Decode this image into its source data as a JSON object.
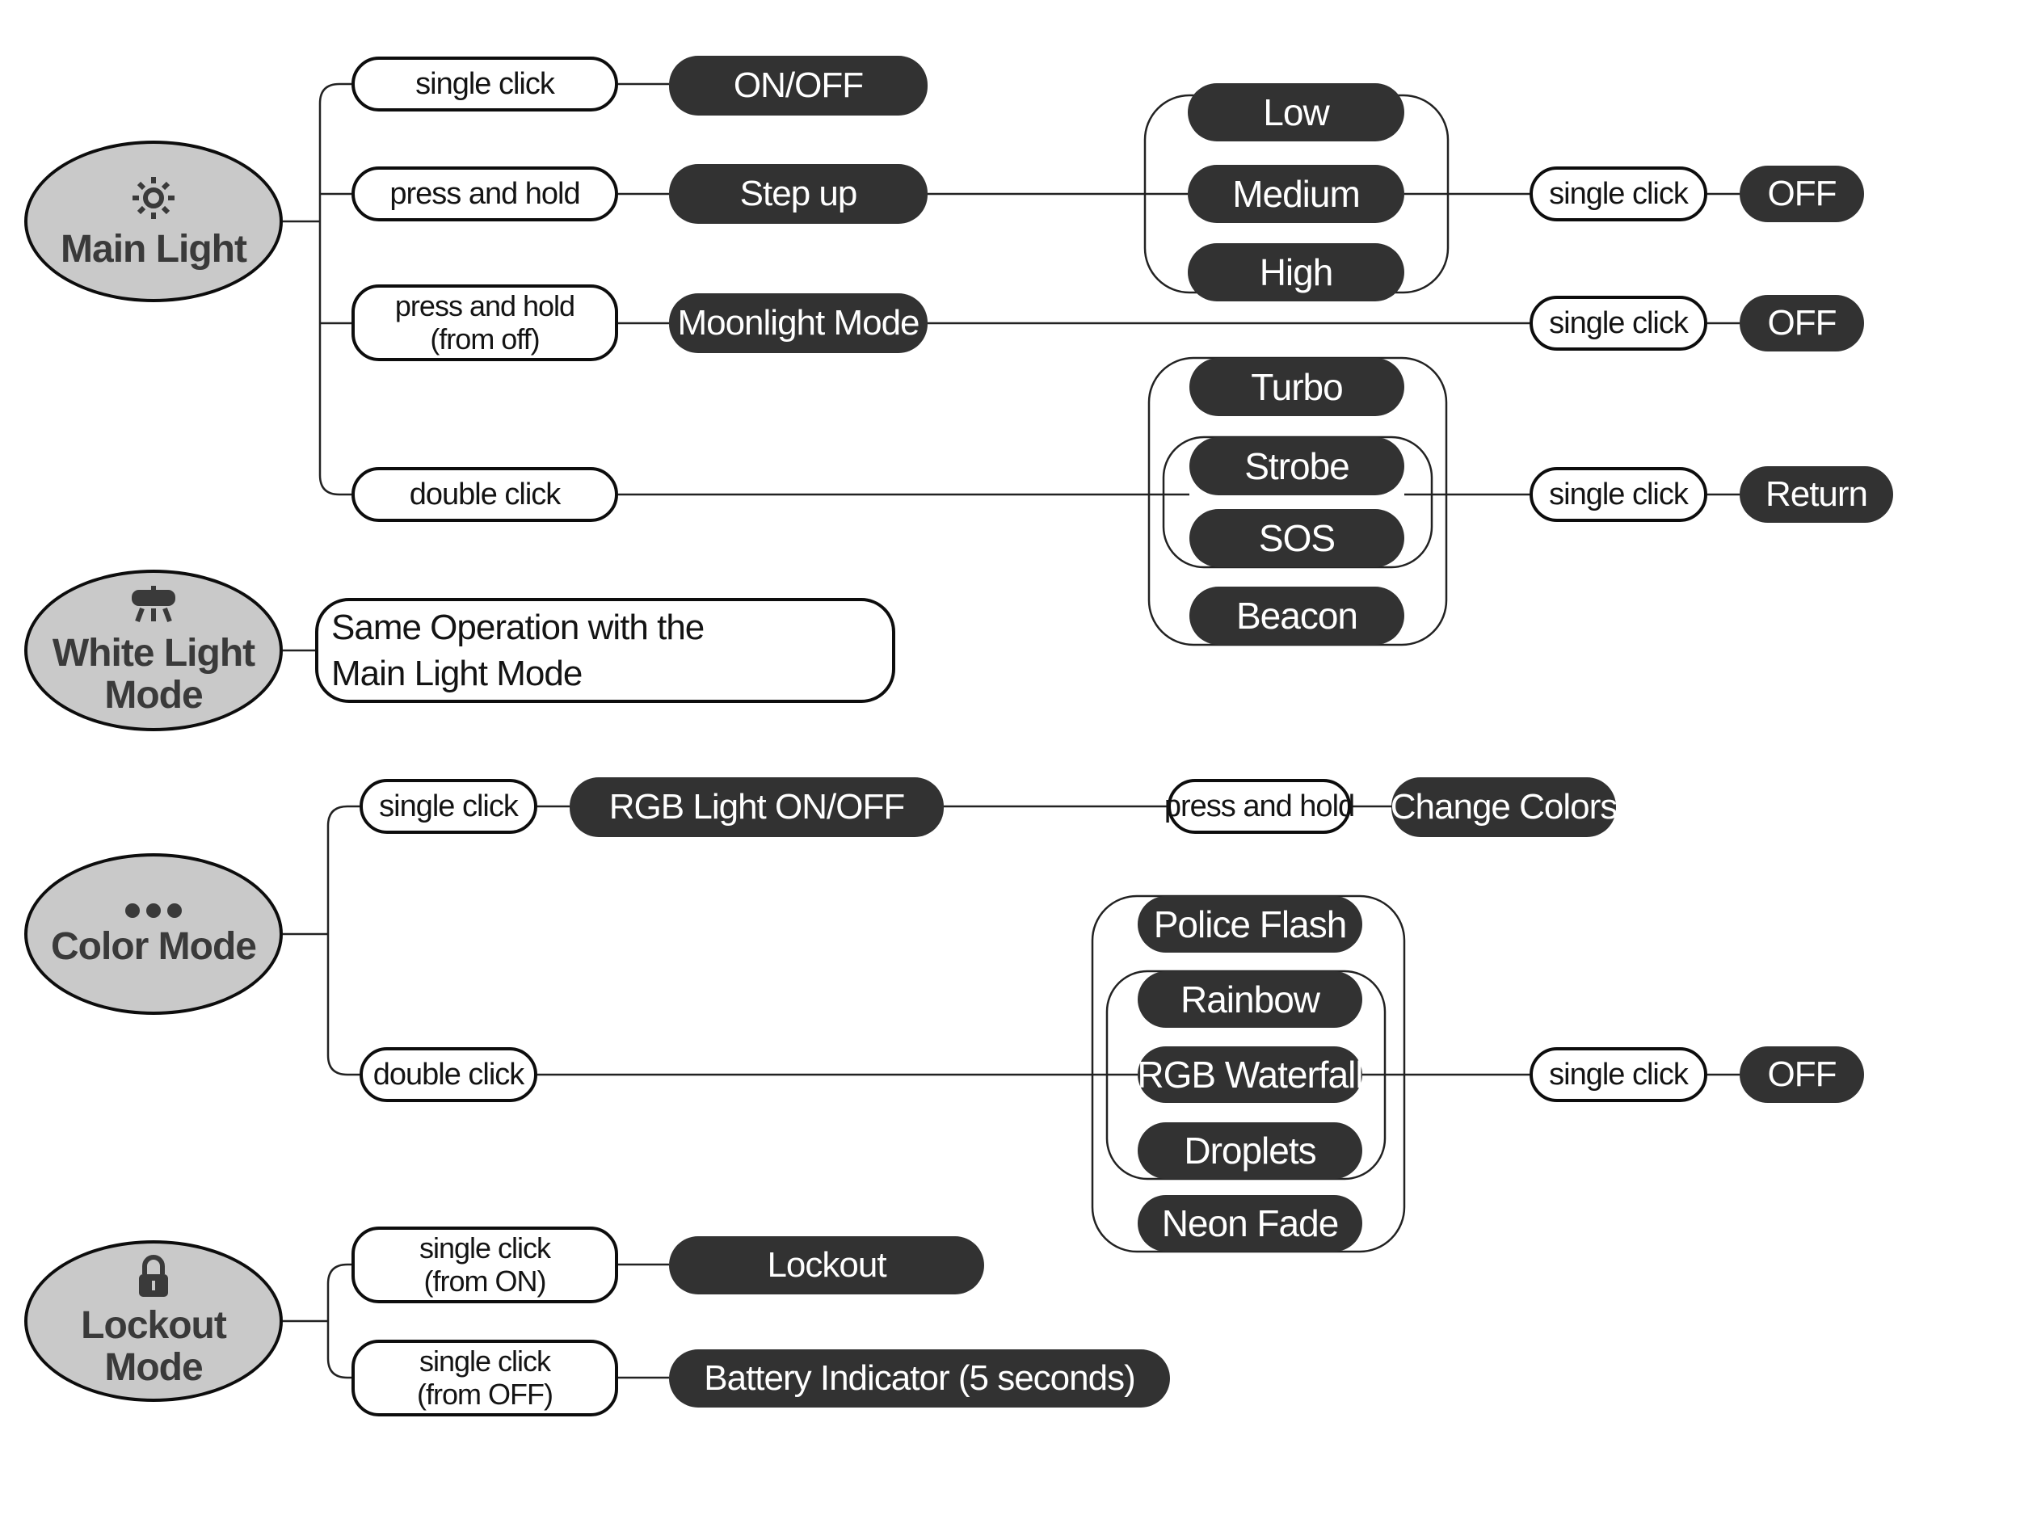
{
  "palette": {
    "dark_pill": "#323232",
    "ellipse_fill": "#c9c9c9",
    "stroke": "#0d0d0d",
    "line": "#222222",
    "ellipse_text": "#3a3a3a"
  },
  "main_light": {
    "title": "Main Light",
    "icon": "sun-icon",
    "single_click": "single click",
    "on_off": "ON/OFF",
    "press_hold": "press and hold",
    "step_up": "Step up",
    "levels": [
      "Low",
      "Medium",
      "High"
    ],
    "levels_exit_trigger": "single click",
    "levels_exit_result": "OFF",
    "press_hold_off_line1": "press and hold",
    "press_hold_off_line2": "(from off)",
    "moonlight": "Moonlight Mode",
    "moon_exit_trigger": "single click",
    "moon_exit_result": "OFF",
    "double_click": "double click",
    "specials": [
      "Turbo",
      "Strobe",
      "SOS",
      "Beacon"
    ],
    "special_exit_trigger": "single click",
    "special_exit_result": "Return"
  },
  "white_light": {
    "title_line1": "White Light",
    "title_line2": "Mode",
    "icon": "ceiling-light-icon",
    "note_line1": "Same Operation with the",
    "note_line2": "Main Light Mode"
  },
  "color_mode": {
    "title": "Color Mode",
    "icon": "dots-icon",
    "single_click": "single click",
    "rgb_on_off": "RGB Light ON/OFF",
    "press_hold": "press and hold",
    "change_colors": "Change Colors",
    "double_click": "double click",
    "effects": [
      "Police Flash",
      "Rainbow",
      "RGB Waterfall",
      "Droplets",
      "Neon Fade"
    ],
    "effect_exit_trigger": "single click",
    "effect_exit_result": "OFF"
  },
  "lockout_mode": {
    "title_line1": "Lockout",
    "title_line2": "Mode",
    "icon": "lock-icon",
    "from_on_line1": "single click",
    "from_on_line2": "(from ON)",
    "lockout": "Lockout",
    "from_off_line1": "single click",
    "from_off_line2": "(from OFF)",
    "battery": "Battery Indicator (5 seconds)"
  }
}
